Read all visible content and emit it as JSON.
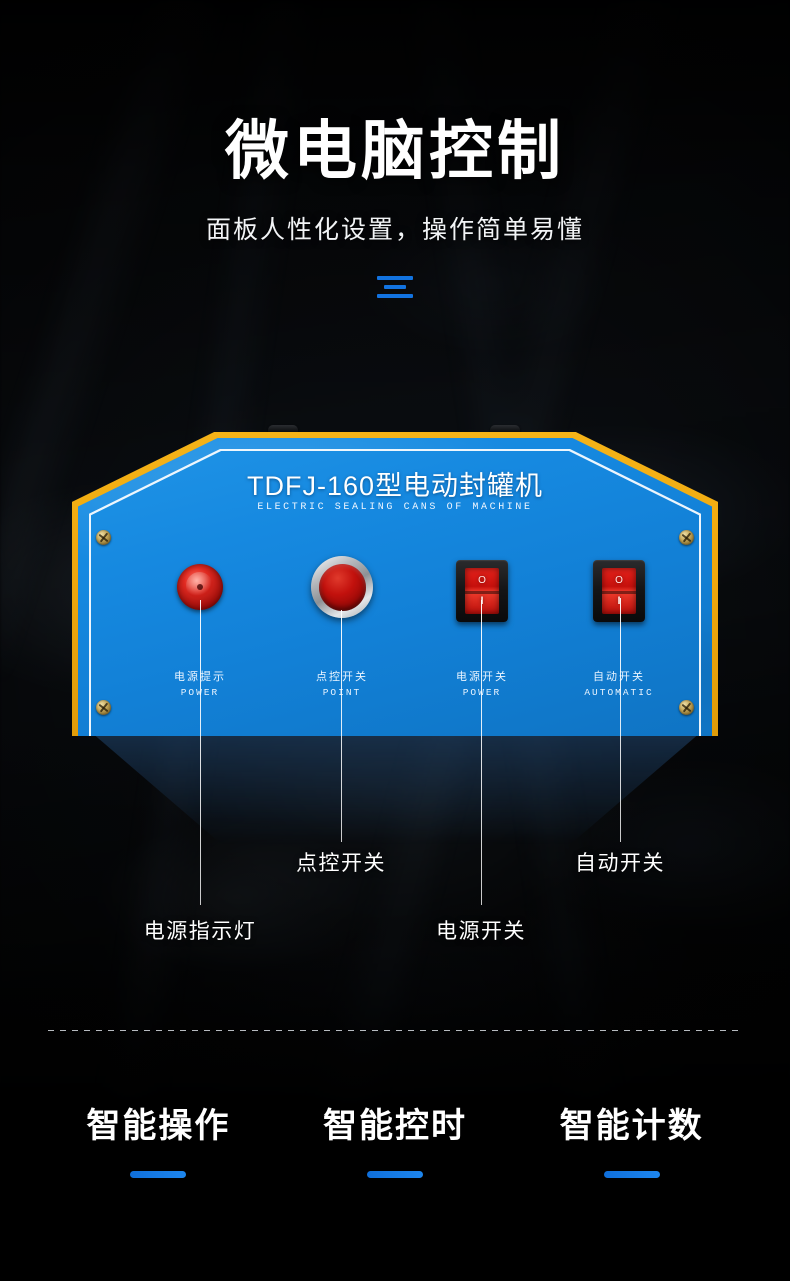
{
  "header": {
    "title": "微电脑控制",
    "subtitle": "面板人性化设置，操作简单易懂",
    "divider_icon": "three-bar-divider-icon",
    "accent_color": "#1273e0"
  },
  "panel": {
    "title": "TDFJ-160型电动封罐机",
    "subtitle": "ELECTRIC SEALING CANS OF MACHINE",
    "border_color": "#f0a90e",
    "face_color": "#1689e0",
    "controls": [
      {
        "cn": "电源提示",
        "en": "POWER",
        "type": "indicator-lamp"
      },
      {
        "cn": "点控开关",
        "en": "POINT",
        "type": "push-button"
      },
      {
        "cn": "电源开关",
        "en": "POWER",
        "type": "rocker-switch",
        "off_mark": "O",
        "on_mark": "I"
      },
      {
        "cn": "自动开关",
        "en": "AUTOMATIC",
        "type": "rocker-switch",
        "off_mark": "O",
        "on_mark": "I"
      }
    ]
  },
  "callouts": [
    {
      "label": "电源指示灯"
    },
    {
      "label": "点控开关"
    },
    {
      "label": "电源开关"
    },
    {
      "label": "自动开关"
    }
  ],
  "features": [
    {
      "title": "智能操作"
    },
    {
      "title": "智能控时"
    },
    {
      "title": "智能计数"
    }
  ]
}
